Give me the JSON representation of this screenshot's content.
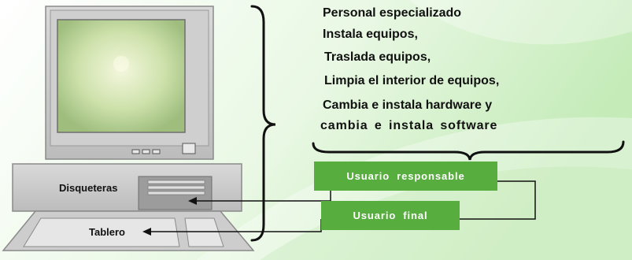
{
  "tasks": [
    "Personal especializado",
    "Instala equipos,",
    "Traslada equipos,",
    "Limpia el interior de equipos,",
    "Cambia e instala hardware y",
    "cambia e instala software"
  ],
  "labels": {
    "disquetteras": "Disqueteras",
    "tablero": "Tablero"
  },
  "boxes": {
    "responsable": "Usuario  responsable",
    "final": "Usuario  final"
  },
  "colors": {
    "box_green": "#58ad3f",
    "background_light": "#ffffff",
    "background_green": "#cdeec4"
  },
  "icons": {
    "computer": "computer-icon",
    "brace": "curly-brace"
  }
}
